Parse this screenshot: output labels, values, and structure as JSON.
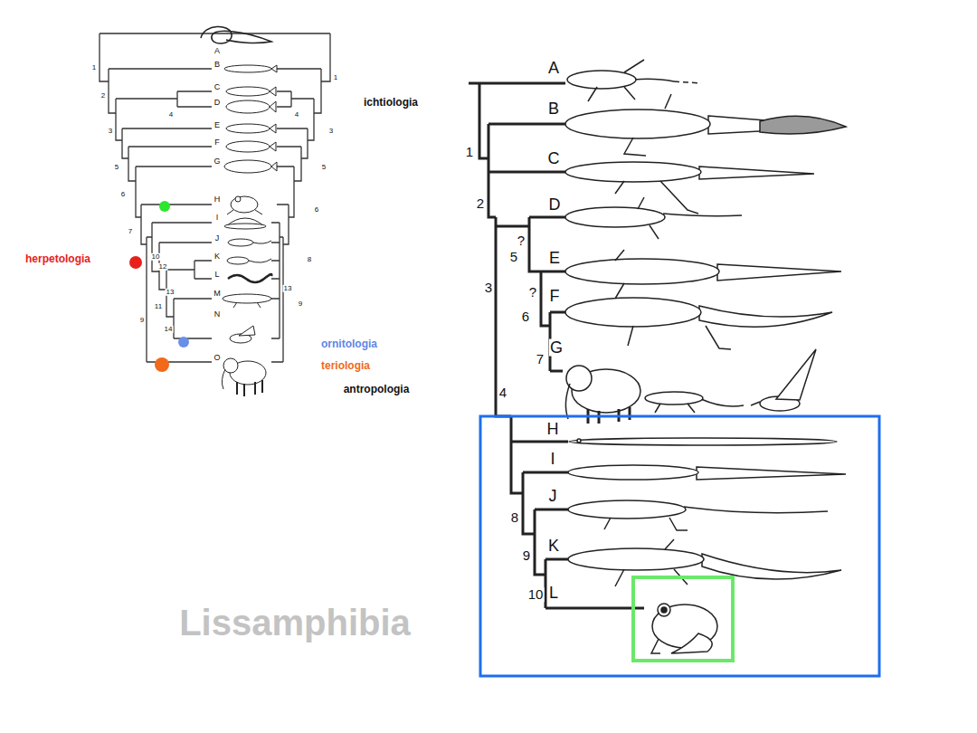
{
  "diagram": {
    "labels": [
      "A",
      "B",
      "C",
      "D",
      "E",
      "F",
      "G",
      "H",
      "I",
      "J",
      "K",
      "L",
      "M",
      "N",
      "O",
      "1",
      "2",
      "4",
      "3",
      "5",
      "6",
      "7",
      "10",
      "12",
      "13",
      "11",
      "9",
      "14",
      "1",
      "4",
      "3",
      "5",
      "6",
      "8",
      "13",
      "9",
      "ichtiologia",
      "herpetologia",
      "ornitologia",
      "teriologia",
      "antropologia",
      "A",
      "B",
      "C",
      "D",
      "E",
      "F",
      "G",
      "H",
      "I",
      "J",
      "K",
      "L",
      "1",
      "2",
      "3",
      "?",
      "5",
      "?",
      "6",
      "7",
      "4",
      "8",
      "9",
      "10",
      "Lissamphibia"
    ]
  }
}
